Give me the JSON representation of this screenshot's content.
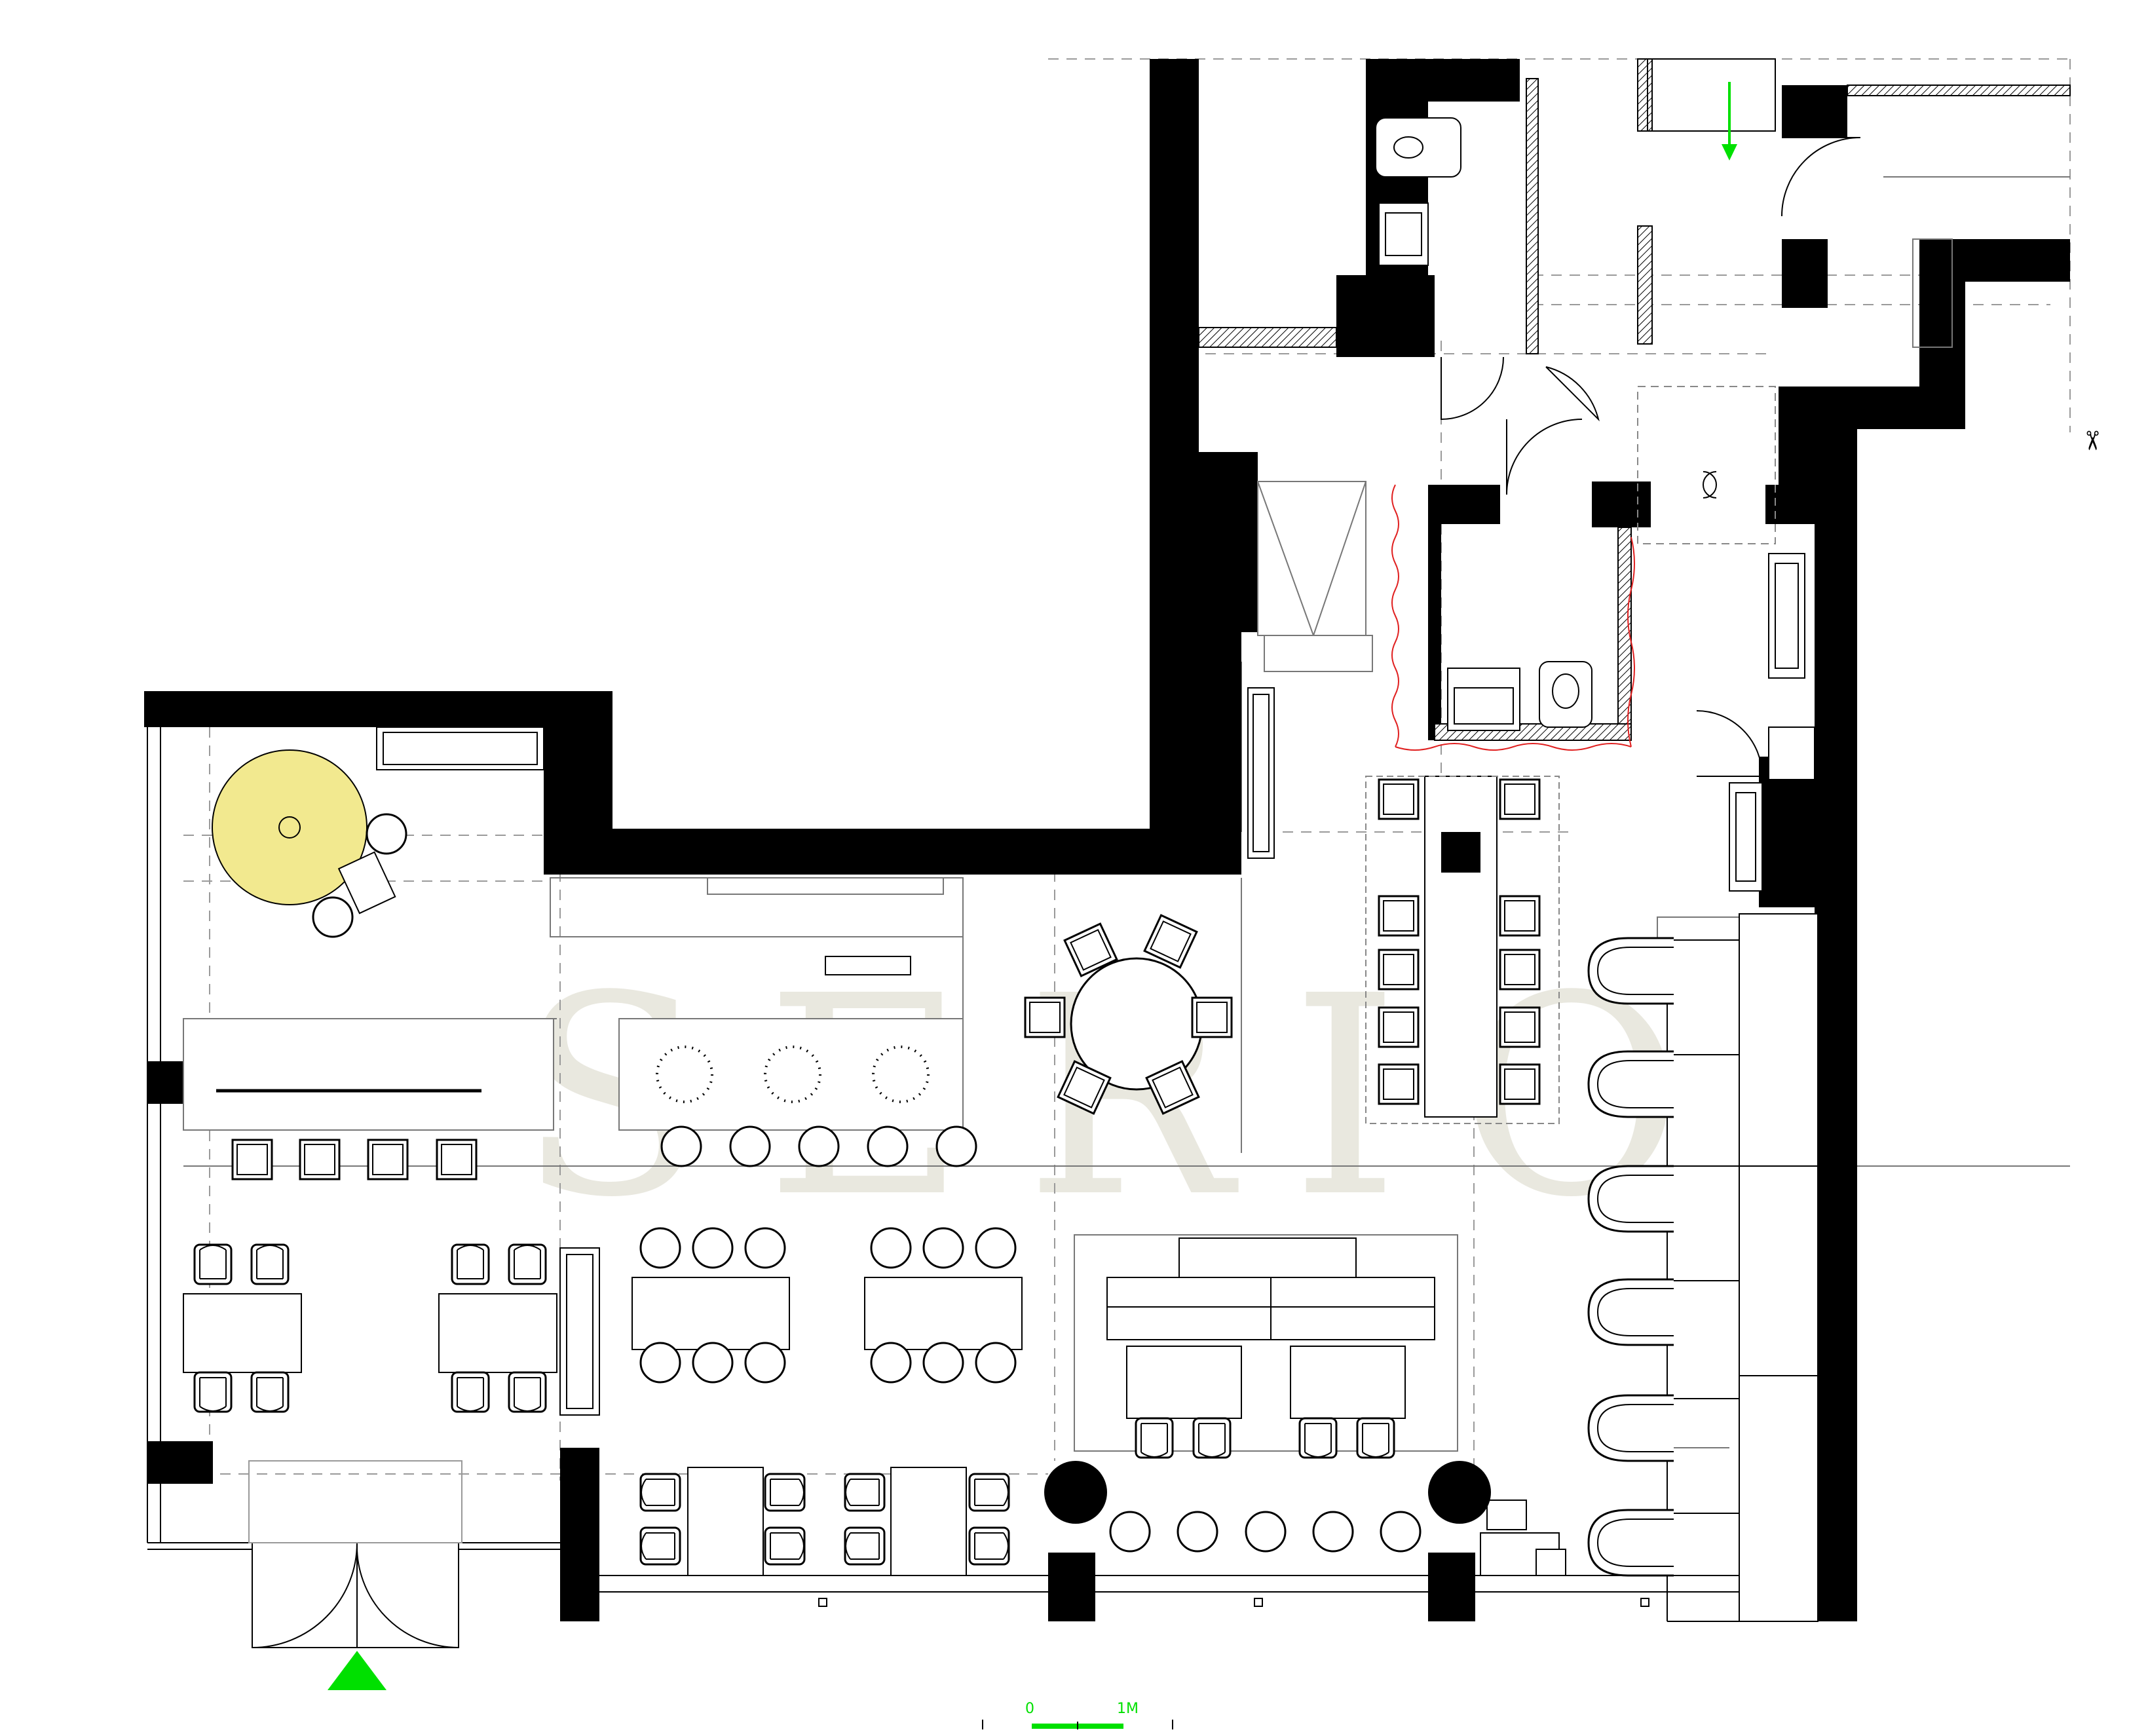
{
  "plan": {
    "watermark": "SERIO",
    "scale_bar": {
      "start_label": "0",
      "end_label": "1M"
    }
  },
  "colors": {
    "wall": "#000000",
    "line": "#000000",
    "guide": "#9a9a9a",
    "watermark": "#e9e8df",
    "highlight": "#f2e98f",
    "arrow": "#00e000",
    "fire_line": "#e02020"
  },
  "icons": [
    "entrance-arrow-icon",
    "exit-arrow-icon",
    "scissors-icon",
    "toilet-icon",
    "sink-icon"
  ]
}
